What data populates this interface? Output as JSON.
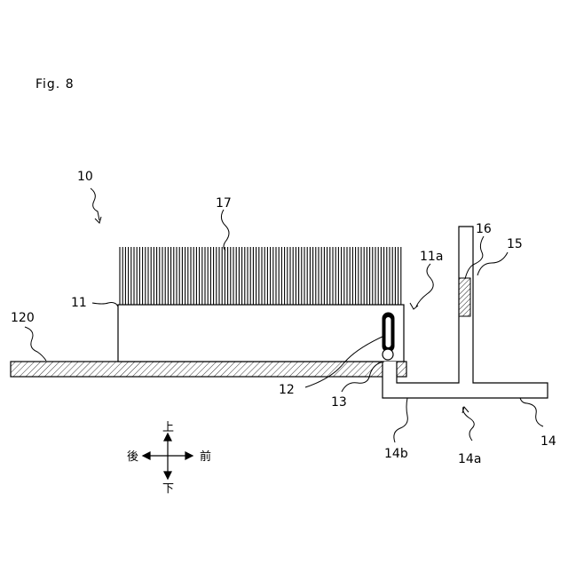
{
  "figure": {
    "title": "Fig. 8",
    "labels": {
      "l10": "10",
      "l17": "17",
      "l11": "11",
      "l11a": "11a",
      "l120": "120",
      "l12": "12",
      "l13": "13",
      "l16": "16",
      "l15": "15",
      "l14b": "14b",
      "l14a": "14a",
      "l14": "14"
    },
    "directions": {
      "up": "上",
      "down": "下",
      "back": "後",
      "front": "前"
    }
  }
}
